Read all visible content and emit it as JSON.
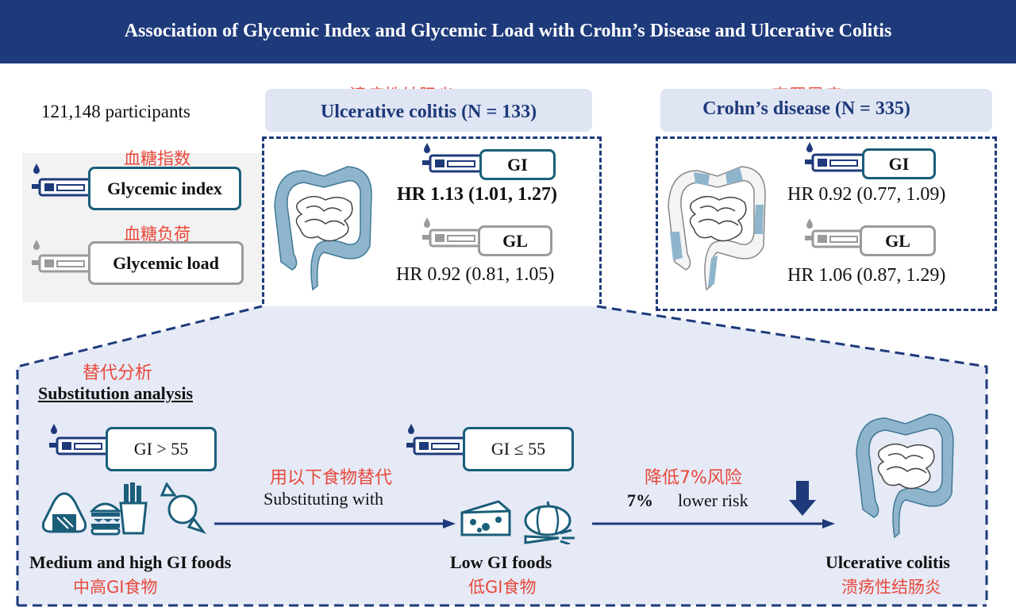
{
  "header": {
    "title": "Association of Glycemic Index and Glycemic Load with Crohn’s Disease and Ulcerative Colitis"
  },
  "exposure": {
    "participants": "121,148 participants",
    "gi_cn": "血糖指数",
    "gi_label": "Glycemic index",
    "gl_cn": "血糖负荷",
    "gl_label": "Glycemic load"
  },
  "uc": {
    "cn": "溃疡性结肠炎",
    "title": "Ulcerative colitis (N = 133)",
    "gi_label": "GI",
    "gi_hr": "HR 1.13 (1.01, 1.27)",
    "gl_label": "GL",
    "gl_hr": "HR 0.92 (0.81, 1.05)"
  },
  "cd": {
    "cn": "克罗恩病",
    "title": "Crohn’s disease (N = 335)",
    "gi_label": "GI",
    "gi_hr": "HR 0.92 (0.77, 1.09)",
    "gl_label": "GL",
    "gl_hr": "HR 1.06 (0.87, 1.29)"
  },
  "substitution": {
    "cn": "替代分析",
    "title": "Substitution analysis",
    "high_gi_label": "GI > 55",
    "low_gi_label": "GI ≤ 55",
    "substituting_cn": "用以下食物替代",
    "substituting": "Substituting with",
    "risk_cn": "降低7%风险",
    "risk_pct": "7%",
    "risk_text": "lower risk",
    "high_foods": "Medium and high GI foods",
    "high_foods_cn": "中高GI食物",
    "low_foods": "Low GI foods",
    "low_foods_cn": "低GI食物",
    "outcome": "Ulcerative colitis",
    "outcome_cn": "溃疡性结肠炎"
  },
  "colors": {
    "navy": "#1e3a7b",
    "teal": "#1a5e7a",
    "red": "#e8483a",
    "colon": "#8fb5cc",
    "pill": "#dfe5f3",
    "panel": "#e6eaf6"
  }
}
